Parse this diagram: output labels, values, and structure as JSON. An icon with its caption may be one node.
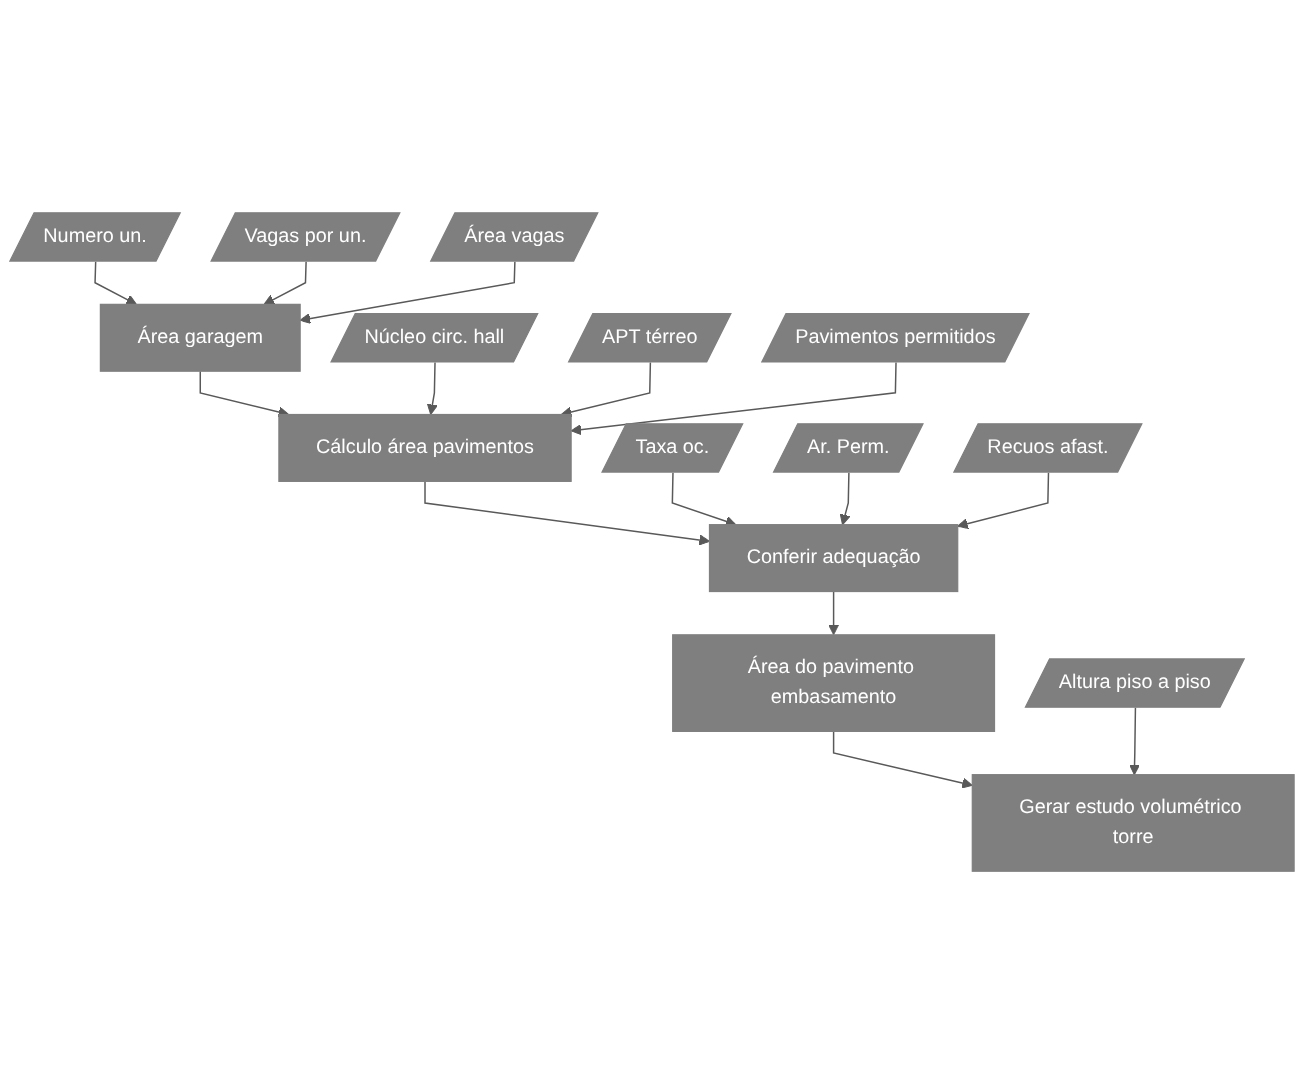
{
  "diagram": {
    "nodes": [
      {
        "text": [
          "Numero un."
        ]
      },
      {
        "text": [
          "Vagas por un."
        ]
      },
      {
        "text": [
          "Área vagas"
        ]
      },
      {
        "text": [
          "Área garagem"
        ]
      },
      {
        "text": [
          "Núcleo circ. hall"
        ]
      },
      {
        "text": [
          "APT térreo"
        ]
      },
      {
        "text": [
          "Pavimentos permitidos"
        ]
      },
      {
        "text": [
          "Cálculo área pavimentos"
        ]
      },
      {
        "text": [
          "Taxa oc."
        ]
      },
      {
        "text": [
          "Ar. Perm."
        ]
      },
      {
        "text": [
          "Recuos afast."
        ]
      },
      {
        "text": [
          "Conferir adequação"
        ]
      },
      {
        "text": [
          "Área do pavimento embasamento"
        ]
      },
      {
        "text": [
          "Altura piso a piso"
        ]
      },
      {
        "text": [
          "Gerar estudo volumétrico torre"
        ]
      }
    ],
    "edges": [
      {
        "from": 0,
        "to": 3,
        "arrow": "to"
      },
      {
        "from": 1,
        "to": 3,
        "arrow": "to"
      },
      {
        "from": 2,
        "to": 3,
        "arrow": "to"
      },
      {
        "from": 3,
        "to": 7,
        "arrow": "to"
      },
      {
        "from": 4,
        "to": 7,
        "arrow": "to"
      },
      {
        "from": 5,
        "to": 7,
        "arrow": "to"
      },
      {
        "from": 6,
        "to": 7,
        "arrow": "to"
      },
      {
        "from": 7,
        "to": 11,
        "arrow": "to"
      },
      {
        "from": 8,
        "to": 11,
        "arrow": "to"
      },
      {
        "from": 9,
        "to": 11,
        "arrow": "to"
      },
      {
        "from": 10,
        "to": 11,
        "arrow": "to"
      },
      {
        "from": 11,
        "to": 12,
        "arrow": "to"
      },
      {
        "from": 12,
        "to": 14,
        "arrow": "to"
      },
      {
        "from": 13,
        "to": 14,
        "arrow": "to"
      }
    ]
  }
}
